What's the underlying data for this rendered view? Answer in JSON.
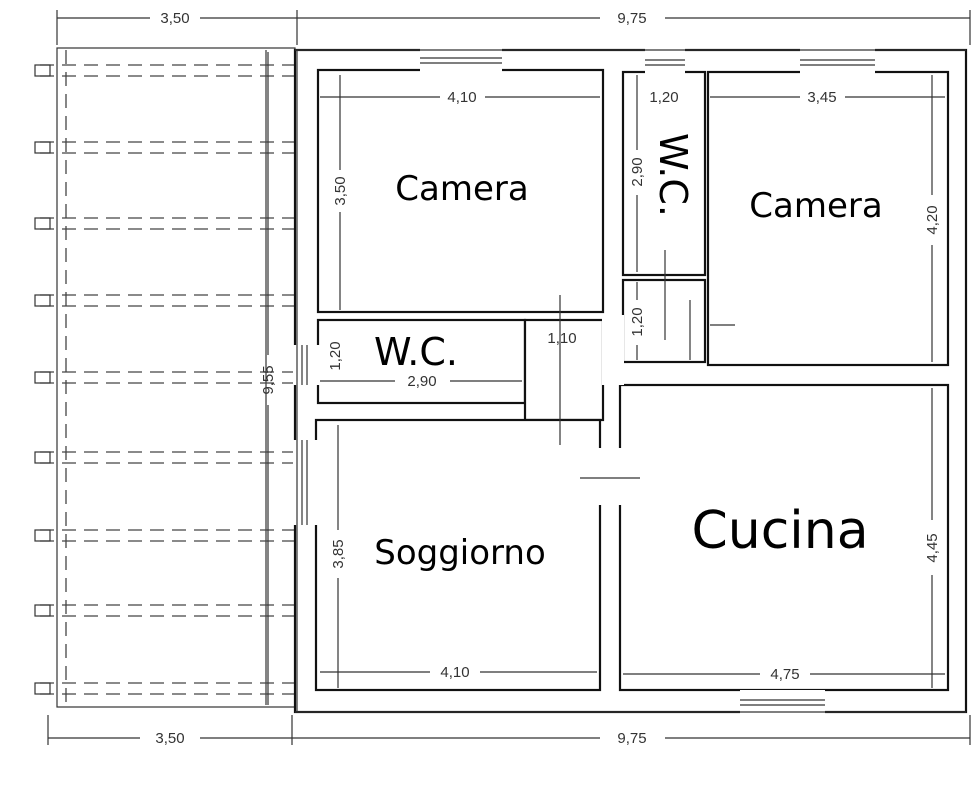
{
  "rooms": {
    "camera_1": "Camera",
    "wc_1": "W.C.",
    "wc_2": "W.C.",
    "camera_2": "Camera",
    "soggiorno": "Soggiorno",
    "cucina": "Cucina"
  },
  "dimensions": {
    "top_porch": "3,50",
    "top_house": "9,75",
    "bottom_porch": "3,50",
    "bottom_house": "9,75",
    "porch_depth": "9,55",
    "camera_1_width": "4,10",
    "camera_1_depth": "3,50",
    "wc_2_width": "1,20",
    "wc_2_depth": "2,90",
    "hall_2_depth": "1,20",
    "camera_2_width": "3,45",
    "camera_2_depth": "4,20",
    "hall_1_width": "1,10",
    "wc_1_depth": "1,20",
    "wc_1_width": "2,90",
    "soggiorno_depth": "3,85",
    "soggiorno_width": "4,10",
    "cucina_width": "4,75",
    "cucina_depth": "4,45"
  }
}
